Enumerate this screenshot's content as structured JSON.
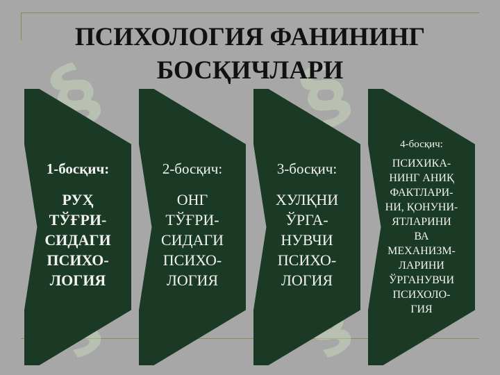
{
  "title": {
    "line1": "ПСИХОЛОГИЯ ФАНИНИНГ",
    "line2": "БОСҚИЧЛАРИ"
  },
  "colors": {
    "background": "#a7a7a7",
    "arrow": "#1b3a26",
    "text": "#f2f2f2",
    "rule": "#8c8a52"
  },
  "watermark_icon": "logo-icon",
  "stages": [
    {
      "label": "1-босқич:",
      "lines": [
        "РУҲ",
        "ТЎҒРИ-",
        "СИДАГИ",
        "ПСИХО-",
        "ЛОГИЯ"
      ]
    },
    {
      "label": "2-босқич:",
      "lines": [
        "ОНГ",
        "ТЎҒРИ-",
        "СИДАГИ",
        "ПСИХО-",
        "ЛОГИЯ"
      ]
    },
    {
      "label": "3-босқич:",
      "lines": [
        "ХУЛҚНИ",
        "ЎРГА-",
        "НУВЧИ",
        "ПСИХО-",
        "ЛОГИЯ"
      ]
    },
    {
      "label": "4-босқич:",
      "lines": [
        "ПСИХИКА-",
        "НИНГ АНИҚ",
        "ФАКТЛАРИ-",
        "НИ, ҚОНУНИ-",
        "ЯТЛАРИНИ",
        "ВА",
        "МЕХАНИЗМ-",
        "ЛАРИНИ",
        "ЎРГАНУВЧИ",
        "ПСИХОЛО-",
        "ГИЯ"
      ]
    }
  ]
}
